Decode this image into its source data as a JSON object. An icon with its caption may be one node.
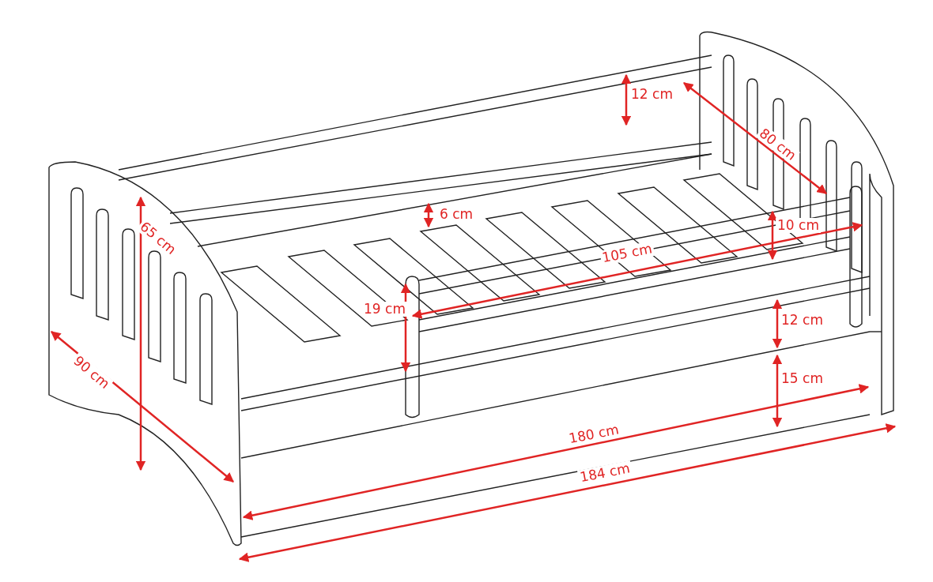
{
  "diagram": {
    "labels": [
      "12 cm",
      "80 cm",
      "6 cm",
      "10 cm",
      "65 cm",
      "105 cm",
      "19 cm",
      "12 cm",
      "90 cm",
      "15 cm",
      "180 cm",
      "184 cm"
    ]
  }
}
